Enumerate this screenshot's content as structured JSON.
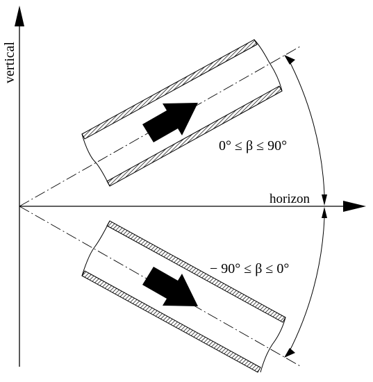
{
  "labels": {
    "vertical_axis": "vertical",
    "horizontal_axis": "horizon",
    "upper_range": "0° ≤ β ≤ 90°",
    "lower_range": "− 90° ≤ β ≤ 0°"
  },
  "colors": {
    "ink": "#000000",
    "background": "#ffffff"
  },
  "icons": {
    "flow_arrow_upper": "flow-direction-arrow",
    "flow_arrow_lower": "flow-direction-arrow",
    "axis_arrowheads": "arrowhead"
  }
}
